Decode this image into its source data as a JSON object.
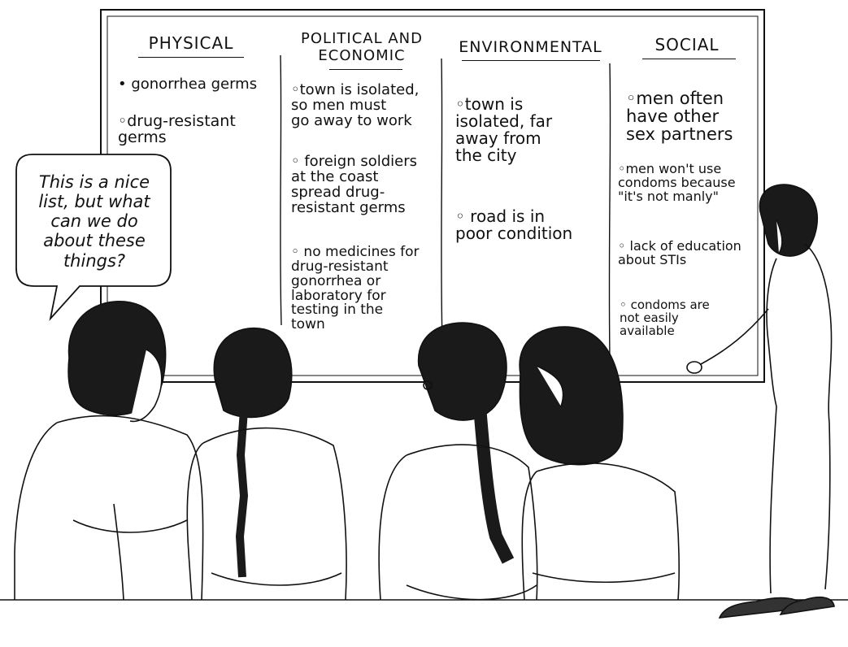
{
  "board": {
    "columns": [
      {
        "heading": "PHYSICAL",
        "items": [
          "• gonorrhea germs",
          "◦drug-resistant\n  germs"
        ]
      },
      {
        "heading": "POLITICAL AND\nECONOMIC",
        "items": [
          "◦town is isolated,\n  so men must\n  go away to work",
          "◦ foreign soldiers\n  at the coast\n  spread drug-\n  resistant germs",
          "◦ no medicines for\n  drug-resistant\n  gonorrhea or\n  laboratory for\n  testing in the\n  town"
        ]
      },
      {
        "heading": "ENVIRONMENTAL",
        "items": [
          "◦town is\n  isolated, far\n  away from\n  the city",
          "◦ road is in\n  poor condition"
        ]
      },
      {
        "heading": "SOCIAL",
        "items": [
          "◦men often\n  have other\n  sex partners",
          "◦men won't use\n  condoms because\n  \"it's not manly\"",
          "◦ lack of education\n  about STIs",
          "◦ condoms are\n  not easily\navailable"
        ]
      }
    ]
  },
  "speech_bubble": {
    "text": "This is a nice\nlist, but what\ncan we do\nabout these\nthings?"
  }
}
